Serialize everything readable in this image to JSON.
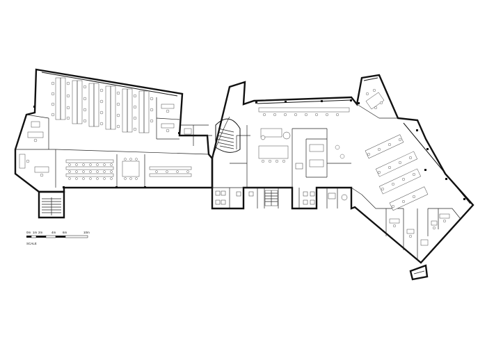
{
  "scale": {
    "ticks": [
      "0m",
      "1m",
      "2m",
      "4m",
      "6m",
      "10m"
    ],
    "caption": "SCALE"
  },
  "rooms": [],
  "colors": {
    "ink": "#111111",
    "paper": "#ffffff"
  }
}
